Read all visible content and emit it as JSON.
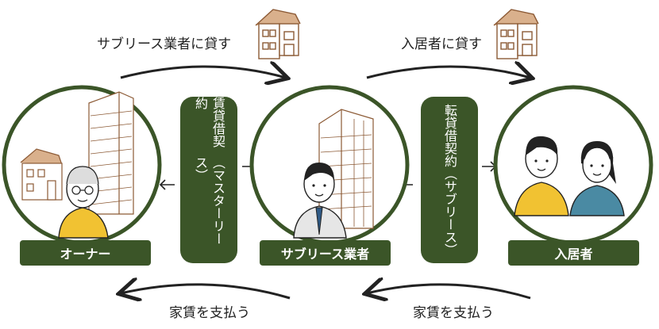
{
  "top_labels": {
    "left": "サブリース業者に貸す",
    "right": "入居者に貸す"
  },
  "bottom_labels": {
    "left": "家賃を支払う",
    "right": "家賃を支払う"
  },
  "nodes": {
    "owner": "オーナー",
    "sublease": "サブリース業者",
    "tenant": "入居者"
  },
  "contracts": {
    "left": {
      "main": "賃貸借契約",
      "sub": "（マスターリース）"
    },
    "right": {
      "main": "転貸借契約",
      "sub": "（サブリース）"
    }
  },
  "colors": {
    "green": "#3b5528",
    "circle": "#3b5528",
    "house": "#b9835a",
    "shirt_yellow": "#f1c232",
    "shirt_blue": "#4a8aa3"
  }
}
